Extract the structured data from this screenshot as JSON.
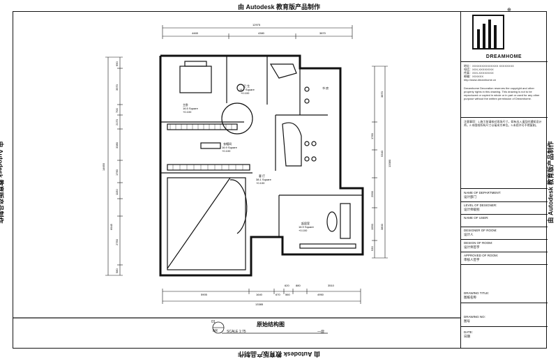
{
  "watermark": "由 Autodesk 教育版产品制作",
  "title_block": {
    "brand": "DREAMHOME",
    "contact_lines": [
      "地址：XXXXXXXXXXXXXX XXXXXXXX",
      "电话：XXX-XXXXXXXX",
      "传真：XXX-XXXXXXXX",
      "邮编：XXXXXX",
      "http://www.dreamhome.cn"
    ],
    "copyright_text": "Dreamhome Decoration reserves the copyright and other property rights in this drawing. This drawing is not to be reproduced or copied in whole or in part or used for any other purpose without the written permission of Dreamhome.",
    "notes_text": "注意事项：1.施工前请核对现场尺寸，如有出入请及时通知设计师。2.本图纸所有尺寸以毫米为单位。3.未经许可不得复制。",
    "fields": [
      {
        "label": "NAME OF DEPARTMENT:",
        "value": "设计部门"
      },
      {
        "label": "LEVEL OF DESIGNER:",
        "value": "设计师级别"
      },
      {
        "label": "NAME OF USER:",
        "value": ""
      },
      {
        "label": "DESIGNER OF ROOM:",
        "value": "设计人"
      },
      {
        "label": "DESIGN OF ROOM:",
        "value": "设计师签字"
      },
      {
        "label": "APPROVED OF ROOM:",
        "value": "审核人签字"
      },
      {
        "label": "DRAWING TITLE:",
        "value": "图纸名称"
      },
      {
        "label": "DRAWING NO:",
        "value": "图号"
      },
      {
        "label": "DATE:",
        "value": "日期"
      }
    ]
  },
  "drawing": {
    "number": "01",
    "ref": "AR",
    "title": "原始结构图",
    "scale": "SCALE 1:75",
    "floor": "一层"
  },
  "dimensions": {
    "top_total": "12975",
    "top_segments": [
      "4465",
      "4380",
      "3870"
    ],
    "bottom_total": "13385",
    "bottom_segments": [
      "5905",
      "1640",
      "670",
      "620",
      "560",
      "880",
      "3510",
      "4950"
    ],
    "left_total": "14655",
    "left_segments": [
      "690",
      "3970",
      "700",
      "2170",
      "3380",
      "1760",
      "1150",
      "6945",
      "2750",
      "580"
    ],
    "right_total": "13380",
    "right_segments": [
      "3870",
      "1760",
      "5340",
      "2990",
      "1950",
      "3800",
      "930"
    ]
  },
  "rooms": [
    {
      "name": "主卧",
      "area": "16.5 Square",
      "elev": "+0.100"
    },
    {
      "name": "卫 生",
      "area": "14.7 Square",
      "elev": "+0.100"
    },
    {
      "name": "书 房",
      "area": "",
      "elev": ""
    },
    {
      "name": "衣帽间",
      "area": "16.9 Square",
      "elev": "+0.100"
    },
    {
      "name": "客 厅",
      "area": "38.1 Square",
      "elev": "+0.100"
    },
    {
      "name": "起居室",
      "area": "16.9 Square",
      "elev": "+0.100"
    }
  ]
}
